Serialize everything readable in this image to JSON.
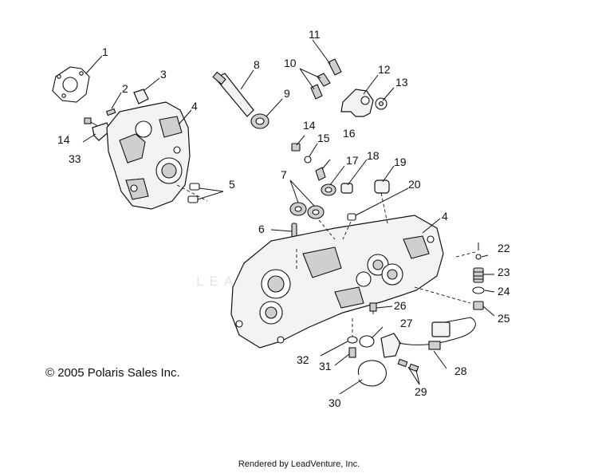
{
  "callouts": [
    "1",
    "2",
    "3",
    "4",
    "14",
    "33",
    "5",
    "8",
    "9",
    "10",
    "11",
    "12",
    "13",
    "14",
    "15",
    "16",
    "17",
    "18",
    "19",
    "7",
    "20",
    "4",
    "6",
    "22",
    "23",
    "24",
    "25",
    "26",
    "27",
    "32",
    "31",
    "28",
    "29",
    "30"
  ],
  "watermark": "LEADVENTURE",
  "copyright": "© 2005 Polaris Sales Inc.",
  "footer": "Rendered by LeadVenture, Inc."
}
